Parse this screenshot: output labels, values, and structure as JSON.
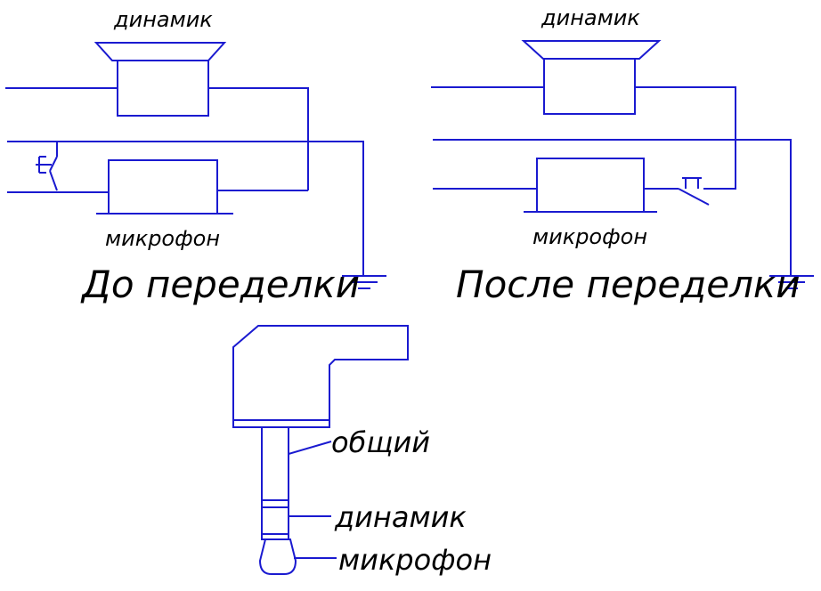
{
  "colors": {
    "line": "#1a1ad0",
    "text": "#000000",
    "background": "#ffffff"
  },
  "left": {
    "speaker_label": "динамик",
    "mic_label": "микрофон",
    "caption": "До переделки"
  },
  "right": {
    "speaker_label": "динамик",
    "mic_label": "микрофон",
    "caption": "После переделки"
  },
  "plug": {
    "common_label": "общий",
    "speaker_label": "динамик",
    "mic_label": "микрофон"
  }
}
